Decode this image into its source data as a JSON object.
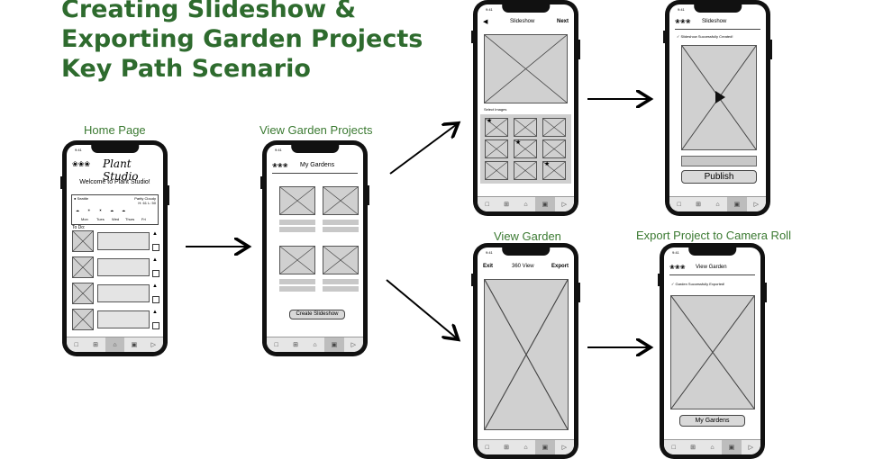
{
  "title_lines": [
    "Creating Slideshow &",
    "Exporting Garden Projects",
    "Key Path Scenario"
  ],
  "captions": {
    "home": "Home Page",
    "view_garden_projects": "View Garden Projects",
    "view_garden": "View Garden",
    "export_project": "Export Project to Camera Roll"
  },
  "status_time": "9:41",
  "home": {
    "logo_text": "Plant Studio",
    "welcome": "Welcome to Plant Studio!",
    "location": "Seattle",
    "weather": "Partly Cloudy",
    "temps": "H: 61  L: 50",
    "days": [
      "Mon",
      "Tues",
      "Wed",
      "Thurs",
      "Fri"
    ],
    "todo_label": "To Do:"
  },
  "my_gardens": {
    "header": "My Gardens",
    "create_button": "Create Slideshow"
  },
  "slideshow_select": {
    "header": "Slideshow",
    "next": "Next",
    "select_images": "Select Images"
  },
  "slideshow_publish": {
    "header": "Slideshow",
    "success": "Slideshow Successfully Created!",
    "publish_button": "Publish"
  },
  "view_garden_360": {
    "exit": "Exit",
    "header": "360 View",
    "export": "Export"
  },
  "export_done": {
    "header": "View Garden",
    "success": "Garden Successfully Exported!",
    "button": "My Gardens"
  },
  "icons": [
    "sprout-icon",
    "grid-plus-icon",
    "home-icon",
    "gallery-icon",
    "play-icon"
  ]
}
